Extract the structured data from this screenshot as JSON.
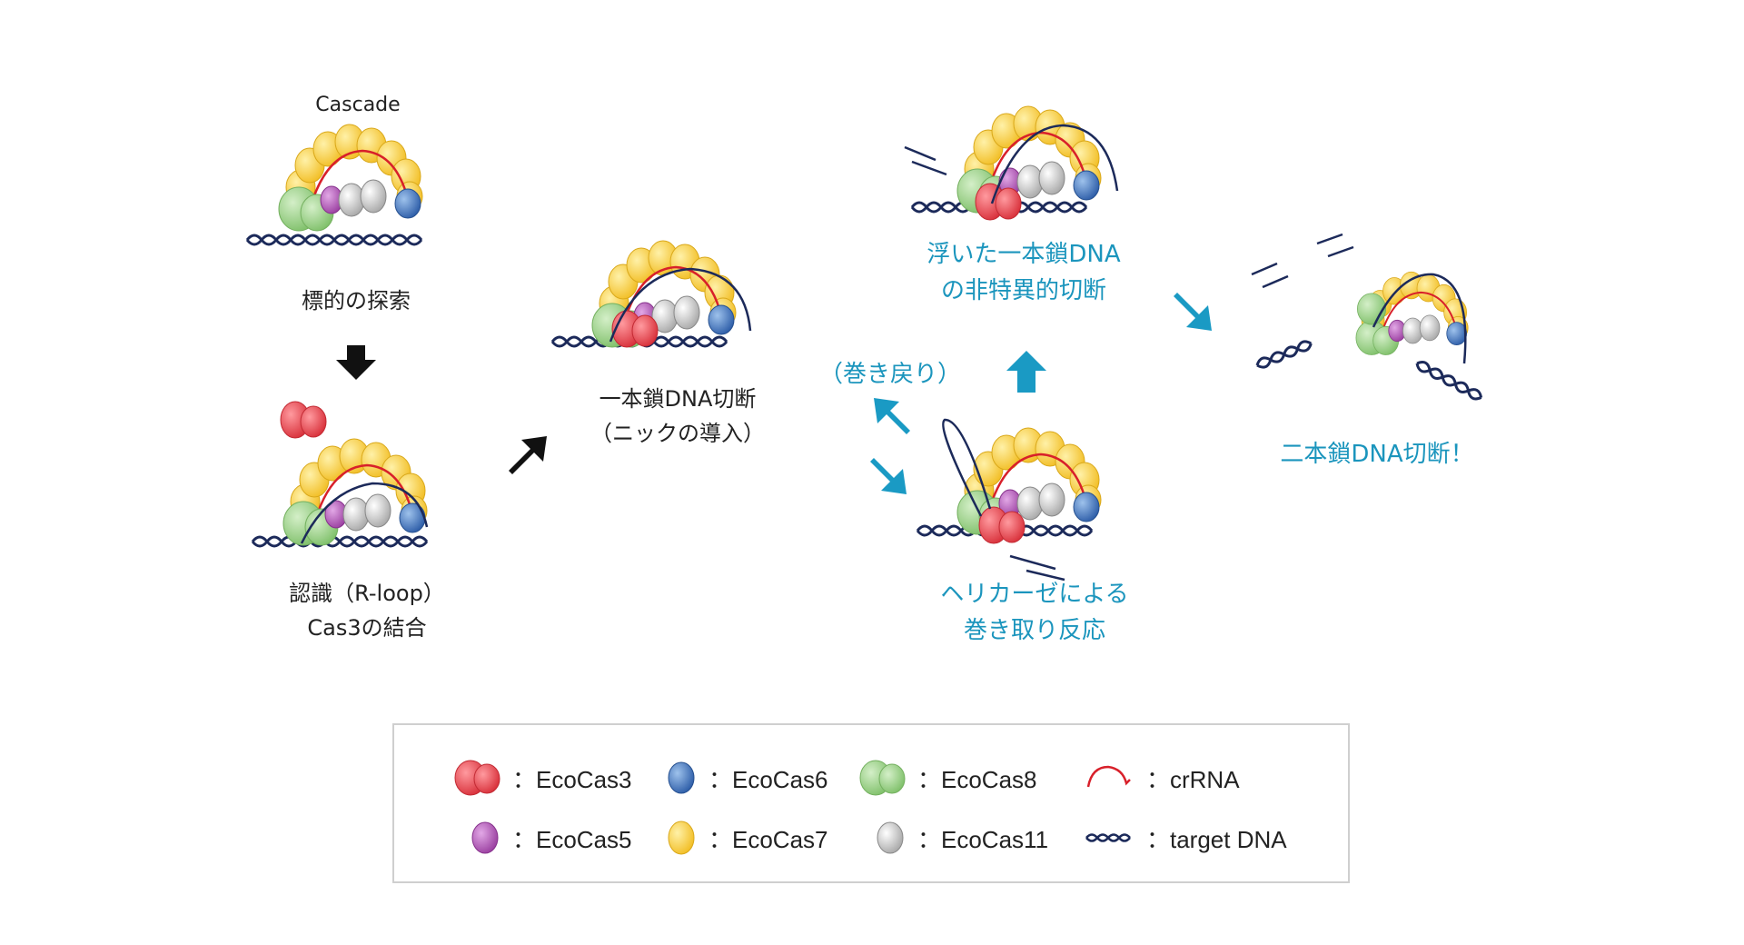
{
  "labels": {
    "cascade": "Cascade",
    "search": "標的の探索",
    "recognition_line1": "認識（R-loop）",
    "recognition_line2": "Cas3の結合",
    "nick_line1": "一本鎖DNA切断",
    "nick_line2": "（ニックの導入）",
    "rewind": "（巻き戻り）",
    "helicase_line1": "ヘリカーゼによる",
    "helicase_line2": "巻き取り反応",
    "nonspecific_line1": "浮いた一本鎖DNA",
    "nonspecific_line2": "の非特異的切断",
    "dsbreak": "二本鎖DNA切断！"
  },
  "legend": [
    {
      "icon": "ecocas3-icon",
      "text": "：EcoCas3"
    },
    {
      "icon": "ecocas6-icon",
      "text": "：EcoCas6"
    },
    {
      "icon": "ecocas8-icon",
      "text": "：EcoCas8"
    },
    {
      "icon": "crrna-icon",
      "text": "：crRNA"
    },
    {
      "icon": "ecocas5-icon",
      "text": "：EcoCas5"
    },
    {
      "icon": "ecocas7-icon",
      "text": "：EcoCas7"
    },
    {
      "icon": "ecocas11-icon",
      "text": "：EcoCas11"
    },
    {
      "icon": "target-dna-icon",
      "text": "：target DNA"
    }
  ],
  "colors": {
    "ecocas3": "#e8404a",
    "ecocas5": "#a44fa8",
    "ecocas6": "#3a6fb8",
    "ecocas7": "#f5c93a",
    "ecocas8": "#8ecb7a",
    "ecocas11": "#c8c8c8",
    "crrna": "#d8202a",
    "dna": "#1c2a5a",
    "cyan_text": "#1b95bd",
    "cyan_arrow": "#1a9ac4",
    "black_arrow": "#111111"
  }
}
